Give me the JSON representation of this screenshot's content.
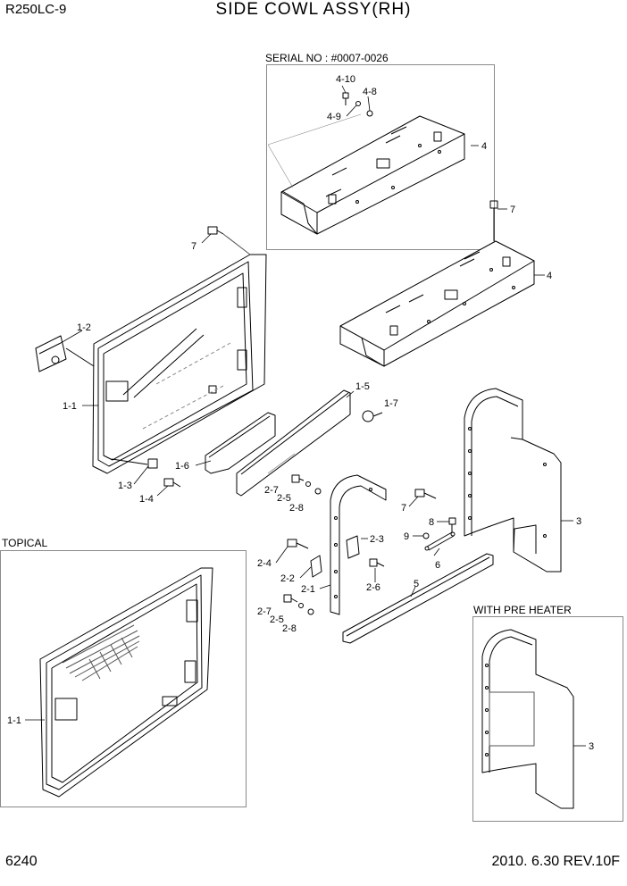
{
  "header": {
    "model": "R250LC-9",
    "title": "SIDE COWL ASSY(RH)"
  },
  "footer": {
    "page_number": "6240",
    "date_revision": "2010. 6.30  REV.10F"
  },
  "insets": {
    "serial": "SERIAL NO : #0007-0026",
    "topical": "TOPICAL",
    "preheater": "WITH PRE HEATER"
  },
  "callouts": {
    "c_4_10": "4-10",
    "c_4_8": "4-8",
    "c_4_9": "4-9",
    "c_4_top": "4",
    "c_7_right": "7",
    "c_7_left": "7",
    "c_4_main": "4",
    "c_1_2": "1-2",
    "c_1_1": "1-1",
    "c_1_5": "1-5",
    "c_1_7": "1-7",
    "c_1_6": "1-6",
    "c_1_3": "1-3",
    "c_1_4": "1-4",
    "c_2_7a": "2-7",
    "c_2_5a": "2-5",
    "c_2_8a": "2-8",
    "c_7_mid": "7",
    "c_8": "8",
    "c_9": "9",
    "c_3": "3",
    "c_2_3": "2-3",
    "c_2_4": "2-4",
    "c_2_2": "2-2",
    "c_2_1": "2-1",
    "c_2_6": "2-6",
    "c_6": "6",
    "c_5": "5",
    "c_2_7b": "2-7",
    "c_2_5b": "2-5",
    "c_2_8b": "2-8",
    "c_1_1_topical": "1-1",
    "c_3_preheater": "3"
  }
}
